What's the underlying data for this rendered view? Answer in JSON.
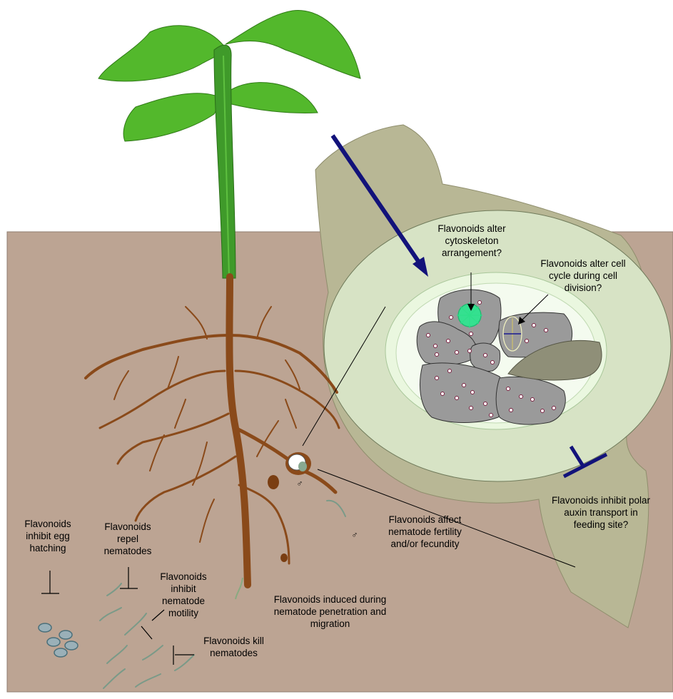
{
  "labels": {
    "cytoskeleton": [
      "Flavonoids alter",
      "cytoskeleton",
      "arrangement?"
    ],
    "cell_cycle": [
      "Flavonoids alter cell",
      "cycle during cell",
      "division?"
    ],
    "auxin": [
      "Flavonoids inhibit polar",
      "auxin transport in",
      "feeding site?"
    ],
    "fertility": [
      "Flavonoids affect",
      "nematode fertility",
      "and/or fecundity"
    ],
    "induced": [
      "Flavonoids induced during",
      "nematode penetration and",
      "migration"
    ],
    "egg_hatching": [
      "Flavonoids",
      "inhibit egg",
      "hatching"
    ],
    "repel": [
      "Flavonoids",
      "repel",
      "nematodes"
    ],
    "motility": [
      "Flavonoids",
      "inhibit",
      "nematode",
      "motility"
    ],
    "kill": [
      "Flavonoids kill",
      "nematodes"
    ]
  },
  "symbols": {
    "male_upper": "♂",
    "male_lower": "♂"
  },
  "colors": {
    "soil": "#bca493",
    "stem_green": "#3f9a2a",
    "leaf_green": "#53b82c",
    "root_brown": "#8a4a1a",
    "section_outer": "#b8b795",
    "section_inner": "#d7e3c5",
    "section_ring": "#e7f4dc",
    "cell_gray": "#9a9a9a",
    "arrow_navy": "#12127a"
  }
}
